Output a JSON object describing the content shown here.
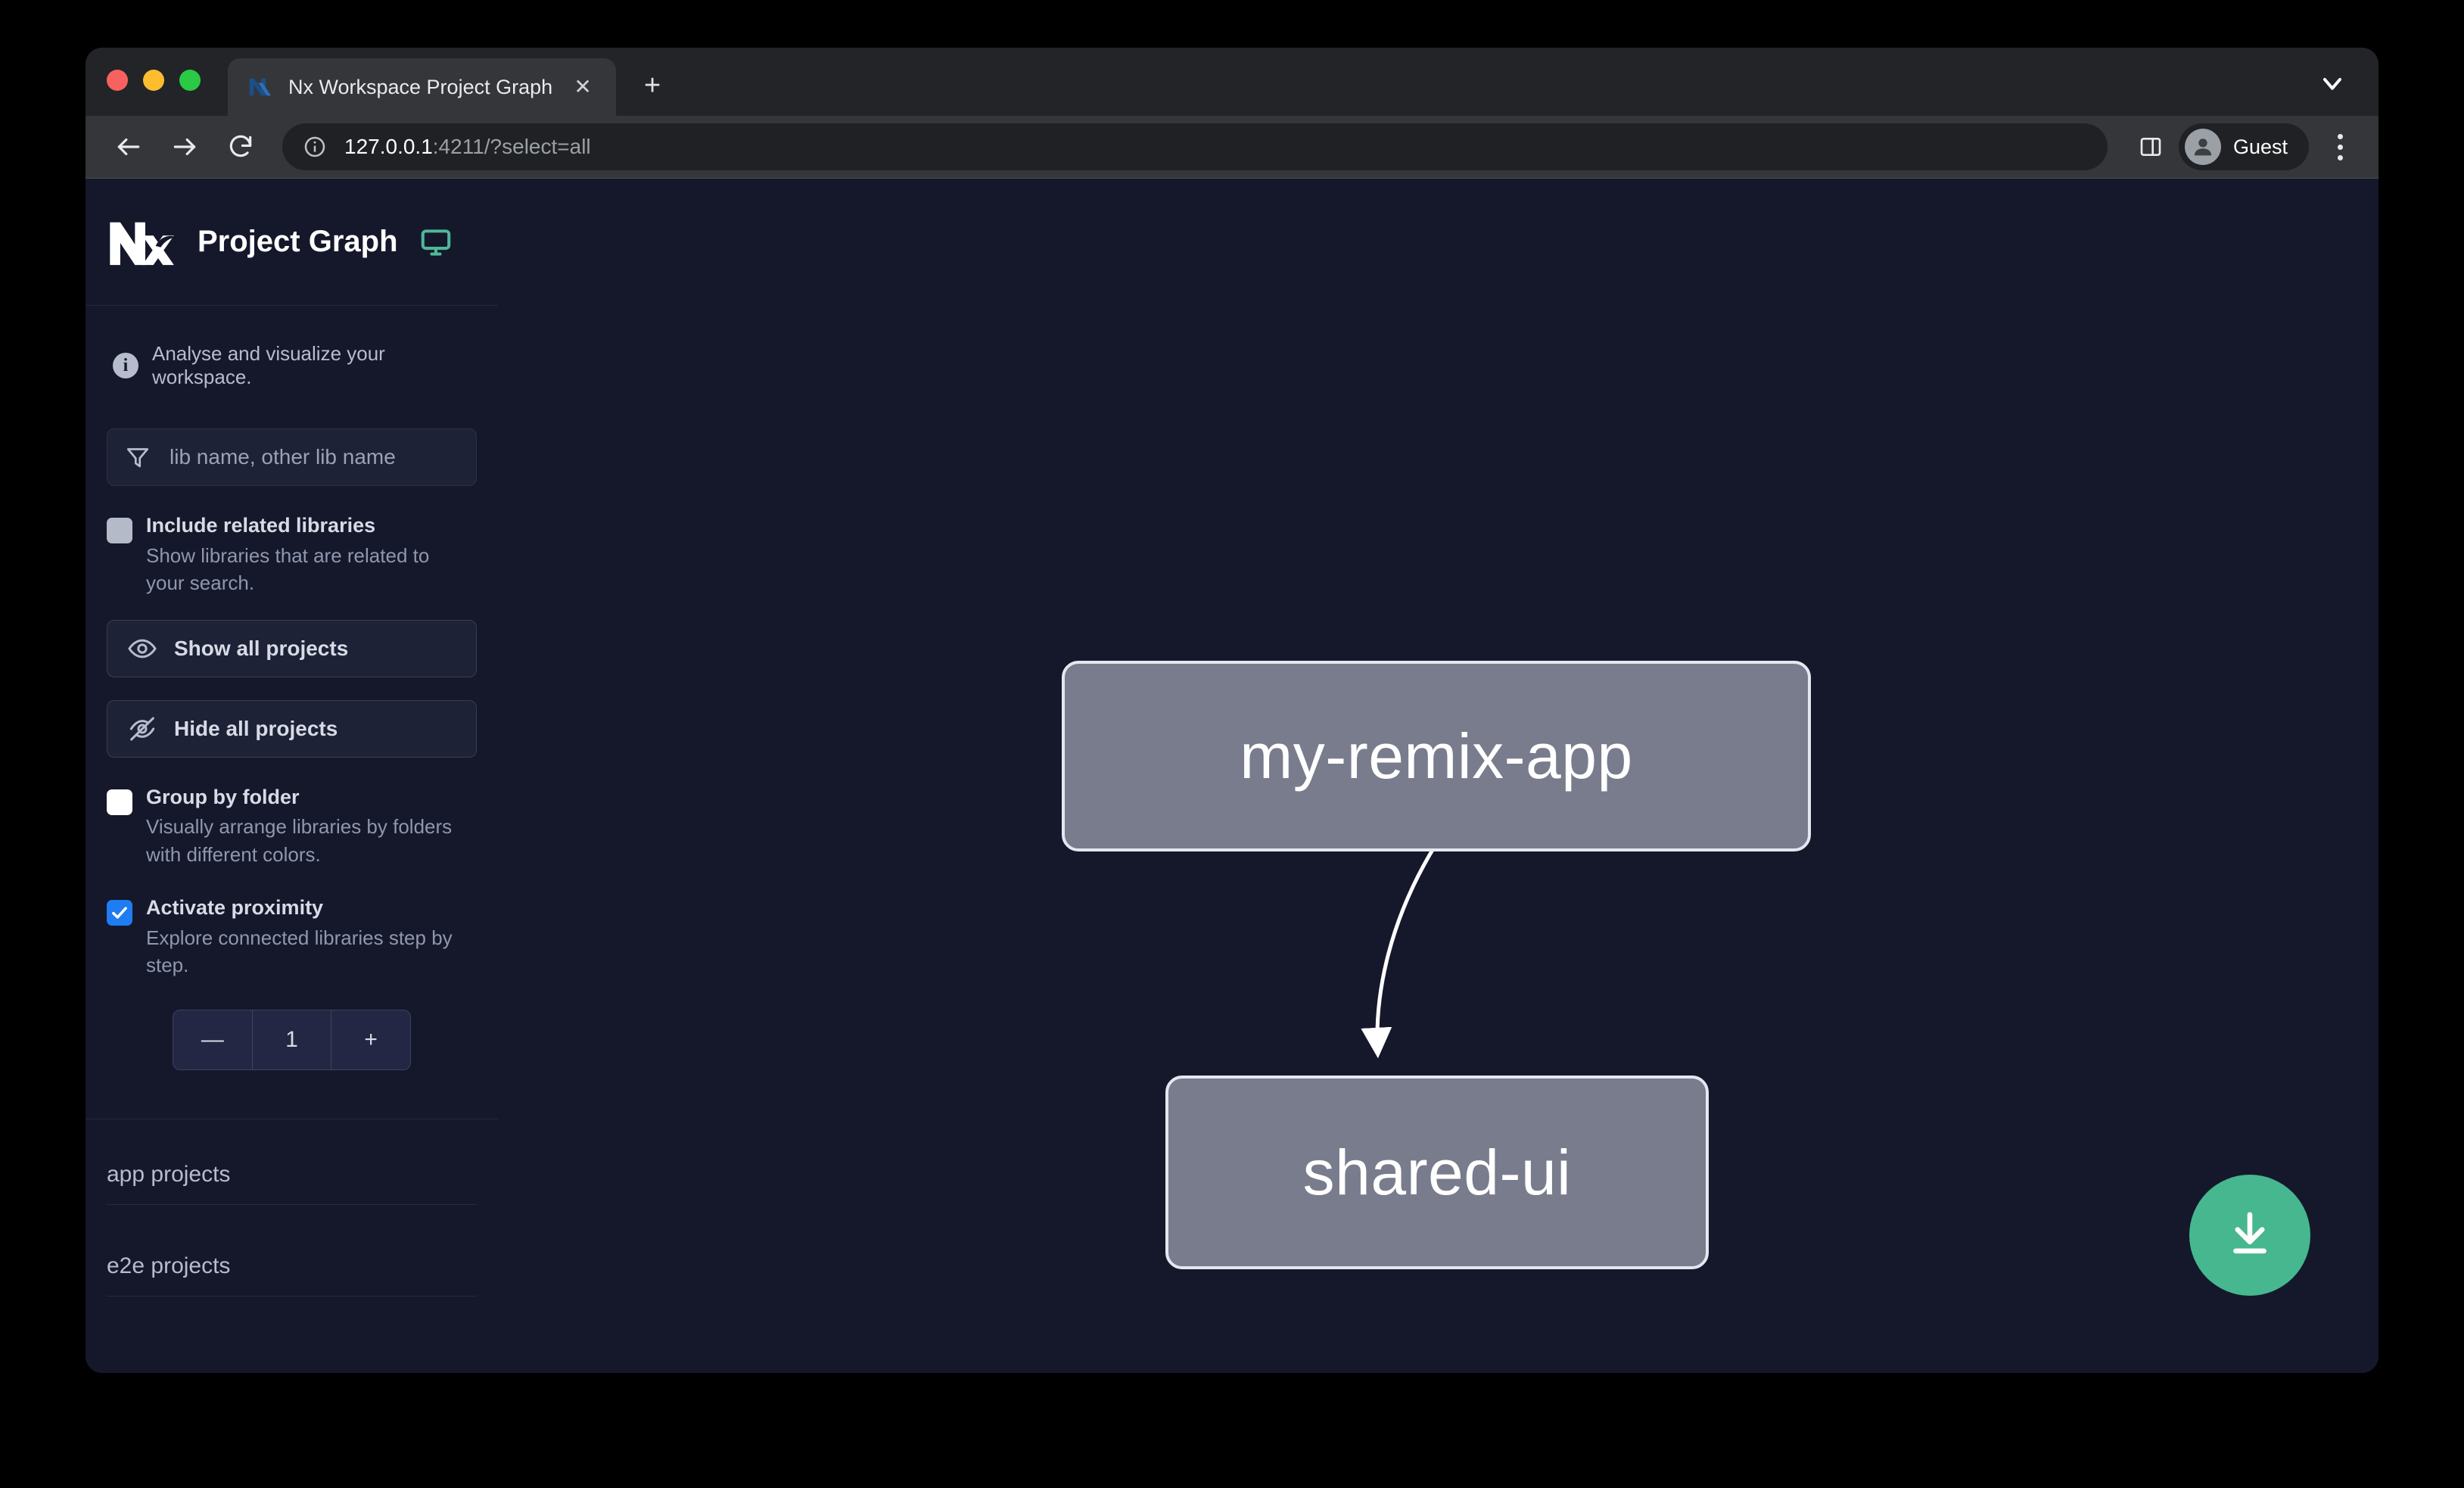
{
  "browser": {
    "tab": {
      "title": "Nx Workspace Project Graph",
      "favicon_icon": "nx-logo-icon",
      "close_icon": "close-icon"
    },
    "new_tab_label": "+",
    "tab_list_icon": "chevron-down-icon",
    "toolbar": {
      "back_icon": "arrow-left-icon",
      "forward_icon": "arrow-right-icon",
      "reload_icon": "reload-icon",
      "site_info_icon": "info-circle-icon",
      "url_host": "127.0.0.1",
      "url_rest": ":4211/?select=all",
      "side_panel_icon": "side-panel-icon",
      "profile_name": "Guest",
      "profile_icon": "account-avatar-icon",
      "menu_icon": "kebab-menu-icon"
    }
  },
  "sidebar": {
    "logo_icon": "nx-logo-icon",
    "title": "Project Graph",
    "monitor_icon": "monitor-icon",
    "note": {
      "icon": "info-icon",
      "text": "Analyse and visualize your workspace."
    },
    "search": {
      "icon": "filter-funnel-icon",
      "placeholder": "lib name, other lib name",
      "value": ""
    },
    "options": [
      {
        "label": "Include related libraries",
        "description": "Show libraries that are related to your search.",
        "state": "disabled-unchecked"
      },
      {
        "label": "Group by folder",
        "description": "Visually arrange libraries by folders with different colors.",
        "state": "unchecked"
      },
      {
        "label": "Activate proximity",
        "description": "Explore connected libraries step by step.",
        "state": "checked"
      }
    ],
    "buttons": [
      {
        "label": "Show all projects",
        "icon": "eye-icon"
      },
      {
        "label": "Hide all projects",
        "icon": "eye-off-icon"
      }
    ],
    "stepper": {
      "decrement_label": "—",
      "value": "1",
      "increment_label": "+"
    },
    "project_groups": [
      {
        "label": "app projects"
      },
      {
        "label": "e2e projects"
      }
    ]
  },
  "graph": {
    "nodes": [
      {
        "id": "my-remix-app",
        "label": "my-remix-app"
      },
      {
        "id": "shared-ui",
        "label": "shared-ui"
      }
    ],
    "edges": [
      {
        "from": "my-remix-app",
        "to": "shared-ui"
      }
    ],
    "download_button": {
      "icon": "download-icon",
      "color": "#46b78f"
    }
  },
  "colors": {
    "page_background": "#15182b",
    "node_fill": "#787c8c",
    "node_border": "#e4e7f0",
    "accent_green": "#46b78f",
    "checkbox_checked": "#1f7cf2"
  }
}
